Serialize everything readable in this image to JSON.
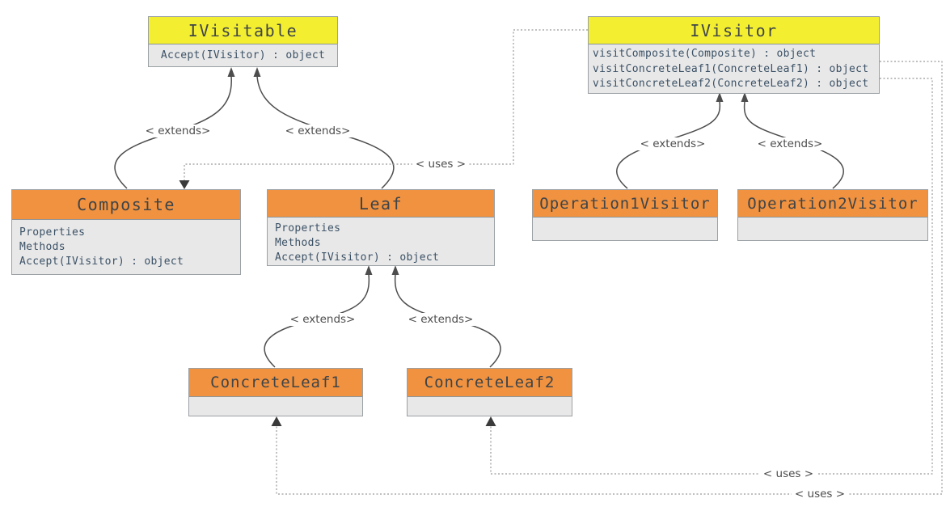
{
  "diagram_type": "uml-class-diagram",
  "connector_labels": {
    "extends": "< extends>",
    "uses": "< uses >"
  },
  "classes": [
    {
      "id": "ivisitable",
      "name": "IVisitable",
      "header_color": "yellow",
      "members": [
        "Accept(IVisitor) : object"
      ]
    },
    {
      "id": "ivisitor",
      "name": "IVisitor",
      "header_color": "yellow",
      "members": [
        "visitComposite(Composite) : object",
        "visitConcreteLeaf1(ConcreteLeaf1) : object",
        "visitConcreteLeaf2(ConcreteLeaf2) : object"
      ]
    },
    {
      "id": "composite",
      "name": "Composite",
      "header_color": "orange",
      "members": [
        "Properties",
        "Methods",
        "Accept(IVisitor) : object"
      ]
    },
    {
      "id": "leaf",
      "name": "Leaf",
      "header_color": "orange",
      "members": [
        "Properties",
        "Methods",
        "Accept(IVisitor) : object"
      ]
    },
    {
      "id": "operation1visitor",
      "name": "Operation1Visitor",
      "header_color": "orange",
      "members": []
    },
    {
      "id": "operation2visitor",
      "name": "Operation2Visitor",
      "header_color": "orange",
      "members": []
    },
    {
      "id": "concreteleaf1",
      "name": "ConcreteLeaf1",
      "header_color": "orange",
      "members": []
    },
    {
      "id": "concreteleaf2",
      "name": "ConcreteLeaf2",
      "header_color": "orange",
      "members": []
    }
  ],
  "relationships": [
    {
      "from": "Composite",
      "to": "IVisitable",
      "type": "extends",
      "line": "solid"
    },
    {
      "from": "Leaf",
      "to": "IVisitable",
      "type": "extends",
      "line": "solid"
    },
    {
      "from": "ConcreteLeaf1",
      "to": "Leaf",
      "type": "extends",
      "line": "solid"
    },
    {
      "from": "ConcreteLeaf2",
      "to": "Leaf",
      "type": "extends",
      "line": "solid"
    },
    {
      "from": "Operation1Visitor",
      "to": "IVisitor",
      "type": "extends",
      "line": "solid"
    },
    {
      "from": "Operation2Visitor",
      "to": "IVisitor",
      "type": "extends",
      "line": "solid"
    },
    {
      "from": "IVisitor",
      "to": "Composite",
      "type": "uses",
      "line": "dotted"
    },
    {
      "from": "IVisitor",
      "to": "ConcreteLeaf1",
      "type": "uses",
      "line": "dotted"
    },
    {
      "from": "IVisitor",
      "to": "ConcreteLeaf2",
      "type": "uses",
      "line": "dotted"
    }
  ],
  "colors": {
    "interface_header": "#f3ef30",
    "class_header": "#f0923f",
    "body_background": "#e8e8e8",
    "box_border": "#9aa0a4",
    "member_text": "#3b5166",
    "header_text": "#3f4449",
    "solid_arrow": "#4d4d4d",
    "dotted_arrow": "#999999",
    "label_text": "#4c4c4c"
  }
}
